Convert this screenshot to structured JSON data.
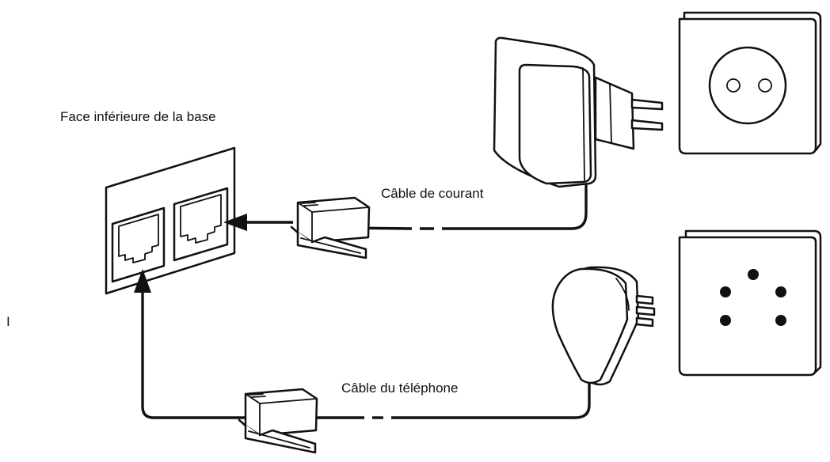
{
  "labels": {
    "base_underside": "Face inférieure de la base",
    "power_cable": "Câble de courant",
    "phone_cable": "Câble du téléphone",
    "margin_mark": "I"
  }
}
